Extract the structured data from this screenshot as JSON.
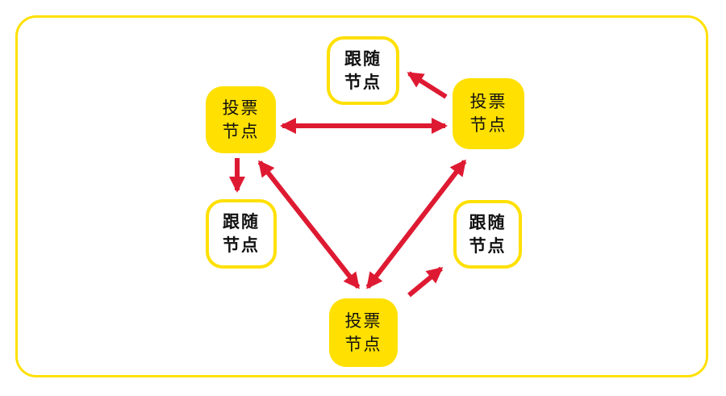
{
  "diagram": {
    "title": "voting-follower-node-topology",
    "colors": {
      "node_yellow": "#FFE000",
      "arrow_red": "#DE1A32",
      "text_black": "#111111",
      "background": "#FFFFFF"
    },
    "nodes": [
      {
        "id": "follow-top",
        "type": "follow",
        "label": "跟随节点",
        "line1": "跟随",
        "line2": "节点"
      },
      {
        "id": "vote-left",
        "type": "vote",
        "label": "投票节点",
        "line1": "投票",
        "line2": "节点"
      },
      {
        "id": "vote-right",
        "type": "vote",
        "label": "投票节点",
        "line1": "投票",
        "line2": "节点"
      },
      {
        "id": "follow-left",
        "type": "follow",
        "label": "跟随节点",
        "line1": "跟随",
        "line2": "节点"
      },
      {
        "id": "follow-right",
        "type": "follow",
        "label": "跟随节点",
        "line1": "跟随",
        "line2": "节点"
      },
      {
        "id": "vote-bottom",
        "type": "vote",
        "label": "投票节点",
        "line1": "投票",
        "line2": "节点"
      }
    ],
    "edges": [
      {
        "from": "vote-left",
        "to": "vote-right",
        "bidirectional": true
      },
      {
        "from": "vote-right",
        "to": "follow-top",
        "bidirectional": false
      },
      {
        "from": "vote-left",
        "to": "follow-left",
        "bidirectional": false
      },
      {
        "from": "vote-left",
        "to": "vote-bottom",
        "bidirectional": true
      },
      {
        "from": "vote-right",
        "to": "vote-bottom",
        "bidirectional": true
      },
      {
        "from": "vote-bottom",
        "to": "follow-right",
        "bidirectional": false
      }
    ]
  }
}
